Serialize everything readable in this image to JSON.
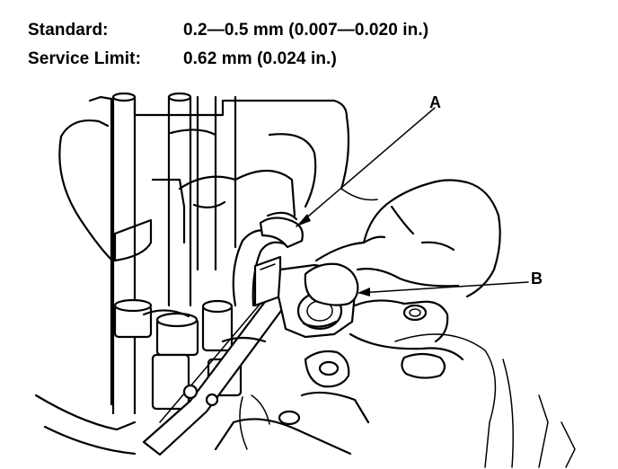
{
  "specs": {
    "standard_label": "Standard:",
    "standard_value": "0.2—0.5 mm (0.007—0.020 in.)",
    "service_limit_label": "Service Limit:",
    "service_limit_value": "0.62 mm (0.024 in.)"
  },
  "callouts": {
    "a": "A",
    "b": "B"
  }
}
